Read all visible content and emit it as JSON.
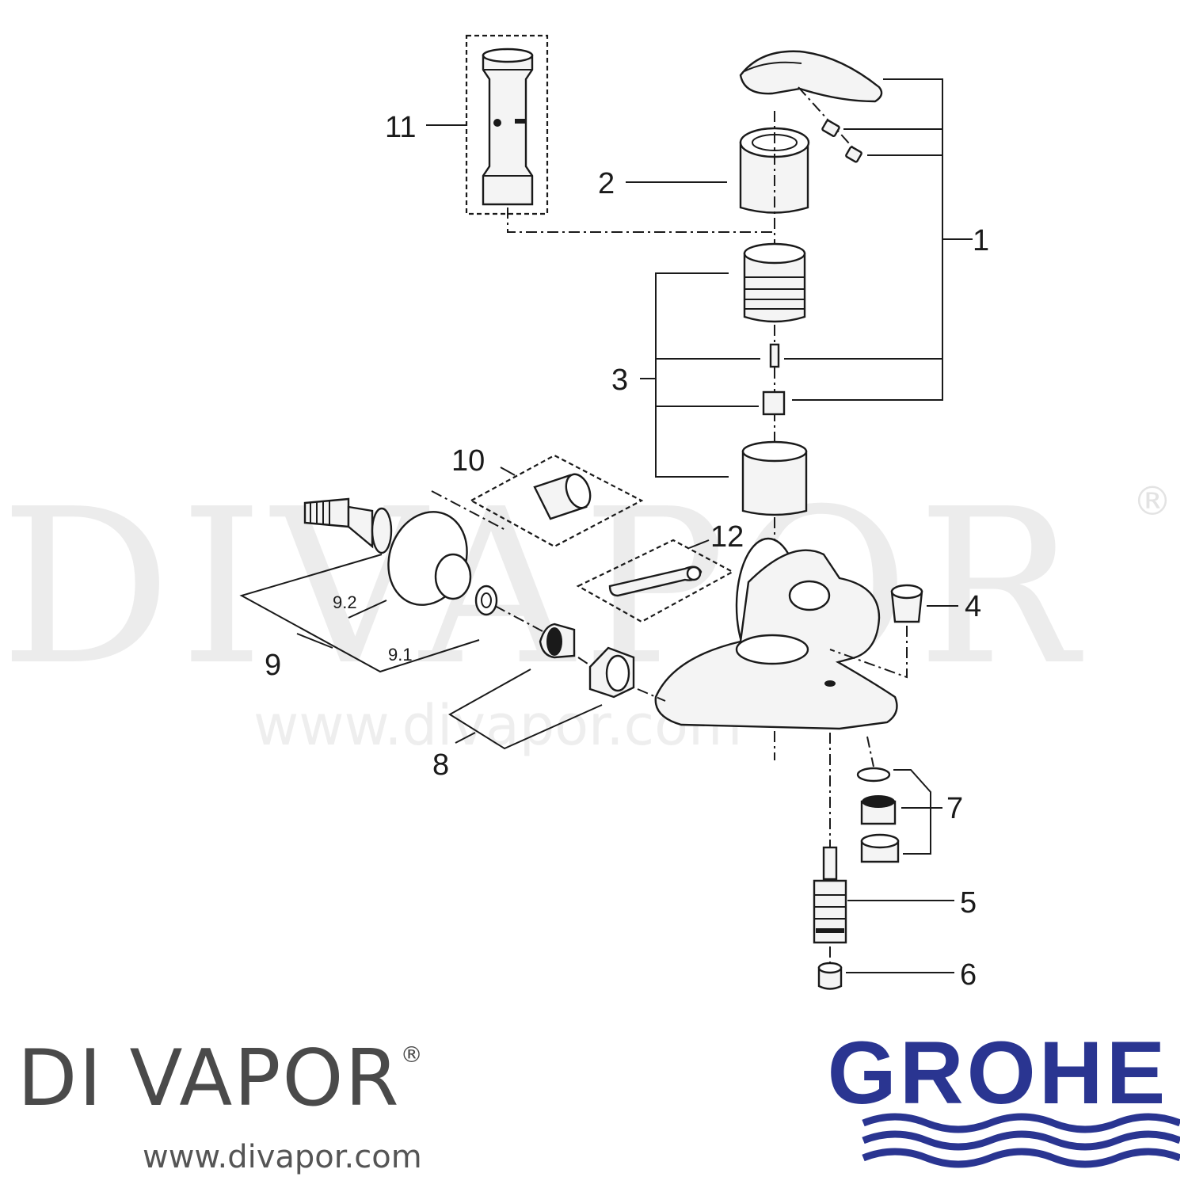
{
  "diagram": {
    "callouts": {
      "c1": "1",
      "c2": "2",
      "c3": "3",
      "c4": "4",
      "c5": "5",
      "c6": "6",
      "c7": "7",
      "c8": "8",
      "c9": "9",
      "c91": "9.1",
      "c92": "9.2",
      "c10": "10",
      "c11": "11",
      "c12": "12"
    }
  },
  "watermark": {
    "big": "DIVAPOR",
    "reg": "®",
    "url": "www.divapor.com"
  },
  "footer": {
    "brand": "DI VAPOR",
    "brand_reg": "®",
    "url": "www.divapor.com",
    "logo_text": "GROHE"
  },
  "colors": {
    "grohe_blue": "#2a3591",
    "line": "#1a1a1a",
    "watermark": "#c9c9c9"
  }
}
